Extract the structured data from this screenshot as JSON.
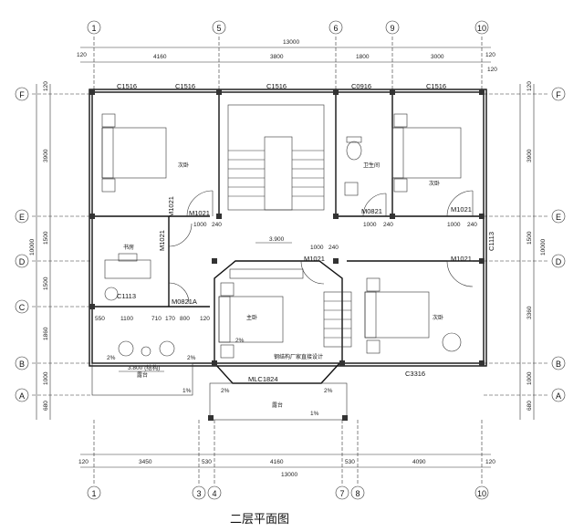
{
  "title": "二层平面图",
  "axes_top": [
    "1",
    "5",
    "6",
    "9",
    "10"
  ],
  "axes_bottom": [
    "1",
    "3",
    "4",
    "7",
    "8",
    "10"
  ],
  "axes_left": [
    "F",
    "E",
    "D",
    "C",
    "B",
    "A"
  ],
  "dims_top": [
    "120",
    "4160",
    "3800",
    "1800",
    "3000",
    "120",
    "13000",
    "120"
  ],
  "dims_bottom": [
    "120",
    "3450",
    "530",
    "4160",
    "530",
    "4090",
    "13000",
    "120"
  ],
  "dims_left": [
    "120",
    "3900",
    "10000",
    "1500",
    "1500",
    "1860",
    "1000",
    "680"
  ],
  "dims_right": [
    "120",
    "3900",
    "10000",
    "1500",
    "3360",
    "1000",
    "680"
  ],
  "interior_dims": [
    "1000",
    "240",
    "1000",
    "240",
    "1000",
    "240",
    "550",
    "1100",
    "710",
    "170",
    "800",
    "120",
    "1000",
    "240"
  ],
  "windows": [
    "C1516",
    "C1516",
    "C1516",
    "C0916",
    "C1516",
    "C1113",
    "C1113",
    "C3316",
    "MLC1824"
  ],
  "doors": [
    "M1021",
    "M1021",
    "M1021",
    "M0821",
    "M1021",
    "M1021",
    "M1021",
    "M0821A"
  ],
  "levels": [
    "3.900",
    "3.800 (结构)"
  ],
  "rooms": [
    "次卧",
    "卫生间",
    "次卧",
    "书房",
    "主卧",
    "次卧",
    "露台",
    "露台"
  ],
  "notes": [
    "钢结构厂家直接设计",
    "2%",
    "2%",
    "2%",
    "2%",
    "2%",
    "1%",
    "1%"
  ]
}
